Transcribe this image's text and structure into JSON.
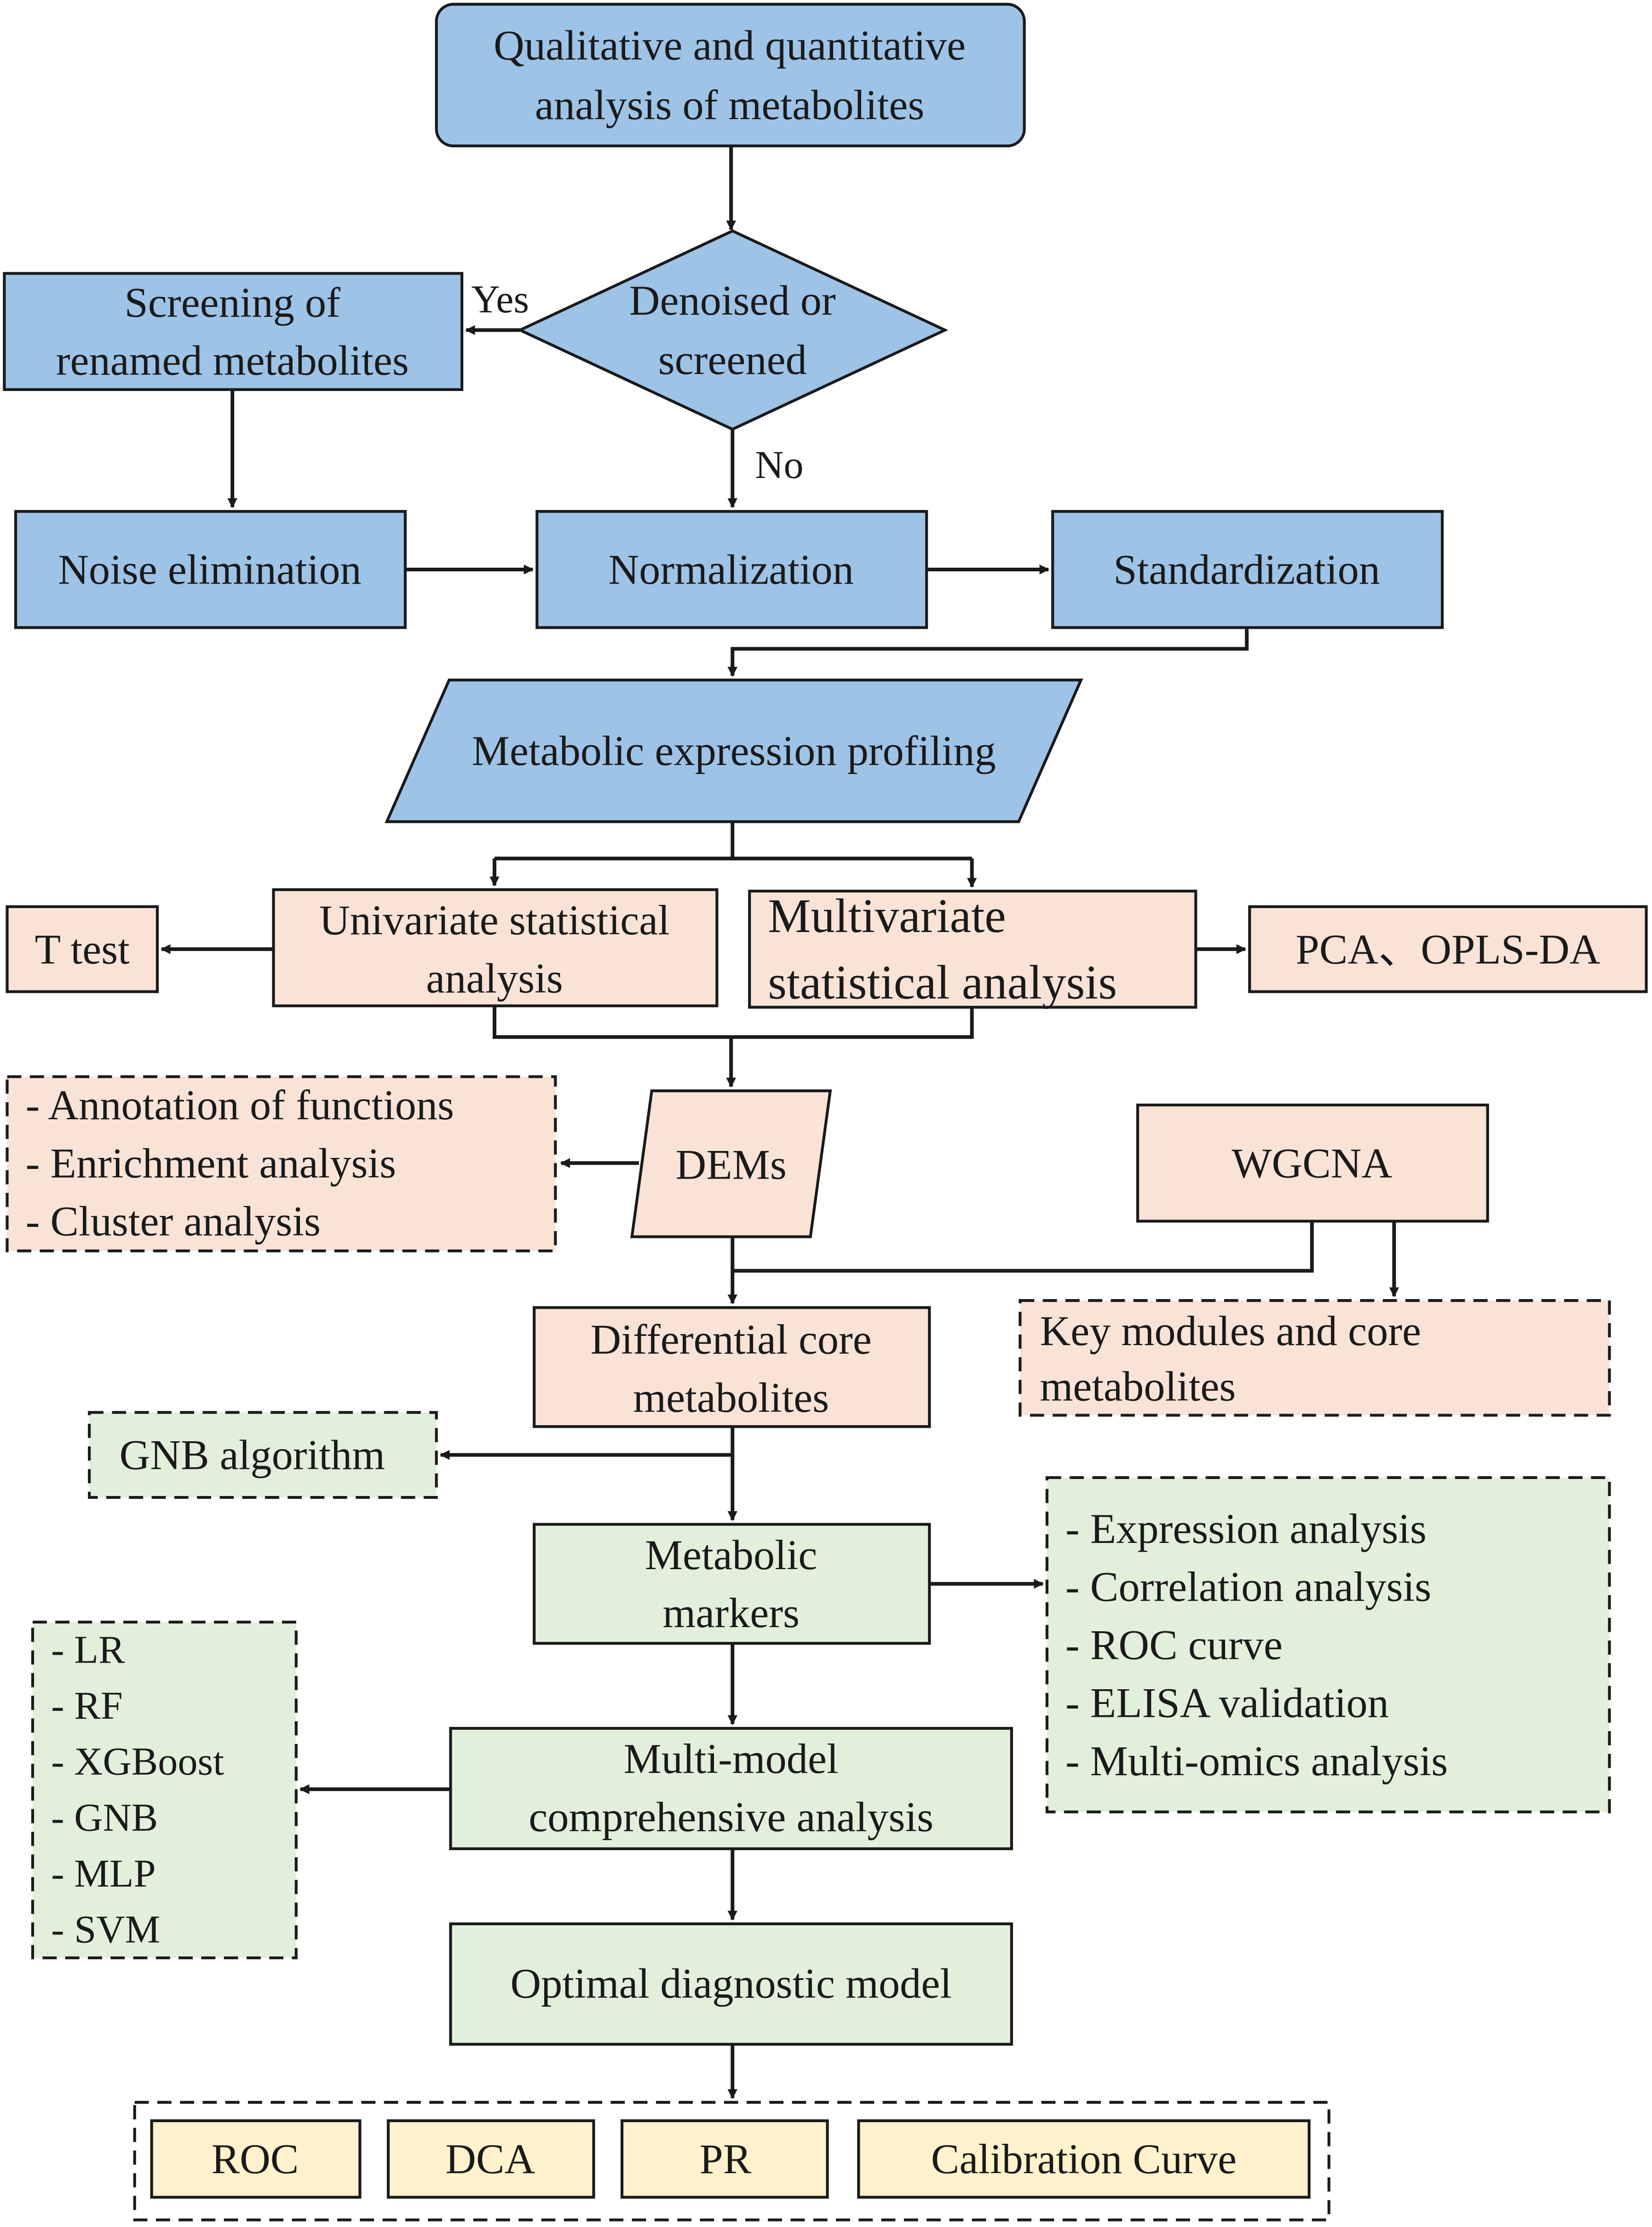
{
  "colors": {
    "blue": "#9dc3e6",
    "peach": "#f8e3d6",
    "green": "#e2efda",
    "yellow": "#fff2cc",
    "line": "#1a1a1a"
  },
  "nodes": {
    "qualitative": [
      "Qualitative and quantitative",
      "analysis of metabolites"
    ],
    "decision": [
      "Denoised or",
      "screened"
    ],
    "screening": [
      "Screening of",
      "renamed metabolites"
    ],
    "noise": [
      "Noise elimination"
    ],
    "normalization": [
      "Normalization"
    ],
    "standardization": [
      "Standardization"
    ],
    "profiling": [
      "Metabolic expression profiling"
    ],
    "univariate": [
      "Univariate statistical",
      "analysis"
    ],
    "multivariate": [
      "Multivariate",
      "statistical analysis"
    ],
    "ttest": [
      "T test"
    ],
    "pca": [
      "PCA、OPLS-DA"
    ],
    "functions": [
      "-  Annotation of functions",
      "-  Enrichment analysis",
      "-  Cluster analysis"
    ],
    "dems": [
      "DEMs"
    ],
    "wgcna": [
      "WGCNA"
    ],
    "core": [
      "Differential core",
      "metabolites"
    ],
    "keymodules": [
      "Key modules and core",
      "metabolites"
    ],
    "gnb": [
      "GNB algorithm"
    ],
    "markers": [
      "Metabolic",
      "markers"
    ],
    "analyses": [
      "-  Expression analysis",
      "-  Correlation analysis",
      "-  ROC curve",
      "-  ELISA validation",
      "-  Multi-omics analysis"
    ],
    "models": [
      "-  LR",
      "-  RF",
      "-  XGBoost",
      "-  GNB",
      "-  MLP",
      "-  SVM"
    ],
    "multimodel": [
      "Multi-model",
      "comprehensive analysis"
    ],
    "optimal": [
      "Optimal diagnostic model"
    ],
    "roc": [
      "ROC"
    ],
    "dca": [
      "DCA"
    ],
    "pr": [
      "PR"
    ],
    "calibration": [
      "Calibration Curve"
    ]
  },
  "edge_labels": {
    "yes": "Yes",
    "no": "No"
  }
}
